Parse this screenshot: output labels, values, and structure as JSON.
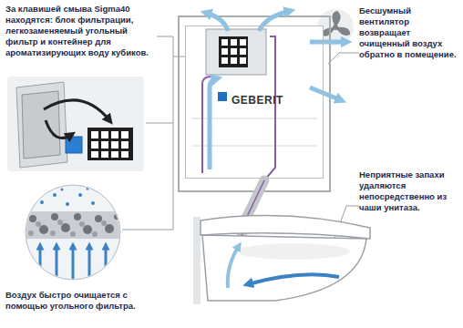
{
  "diagram": {
    "nodes": [
      {
        "text": [
          "GEBERIT"
        ]
      }
    ],
    "labels": [
      "За клавишей смыва Sigma40 находятся: блок фильтрации, легкозаменяемый угольный фильтр и контейнер для ароматизирующих воду кубиков.",
      "Бесшумный вентилятор возвращает очищенный воздух обратно в помещение.",
      "Неприятные запахи удаляются непосредственно из чаши унитаза.",
      "Воздух быстро очищается с помощью угольного фильтра."
    ]
  }
}
